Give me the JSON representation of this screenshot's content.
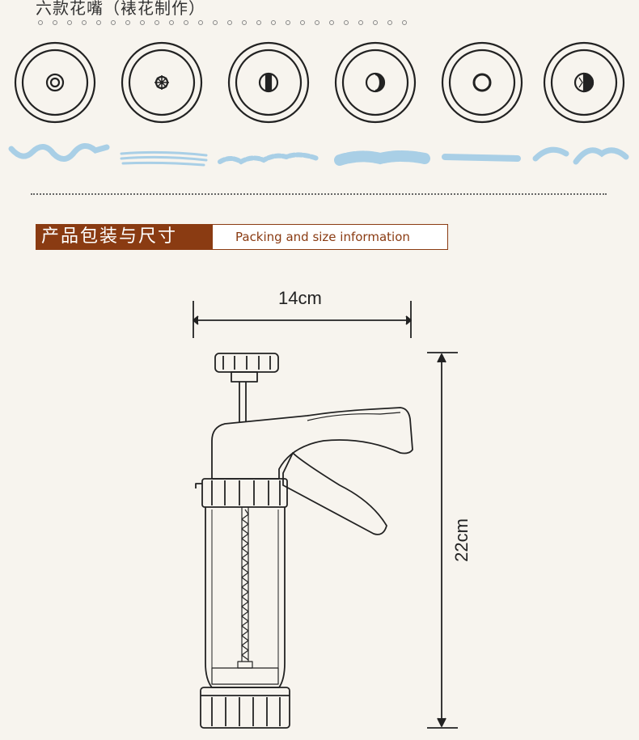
{
  "header": {
    "title": "六款花嘴（裱花制作）"
  },
  "nozzles": [
    {
      "name": "double-ring-nozzle-icon"
    },
    {
      "name": "star-nozzle-icon"
    },
    {
      "name": "ribbon-slot-nozzle-icon"
    },
    {
      "name": "crescent-nozzle-icon"
    },
    {
      "name": "round-nozzle-icon"
    },
    {
      "name": "leaf-nozzle-icon"
    }
  ],
  "section": {
    "title_cn": "产品包装与尺寸",
    "title_en": "Packing and size information"
  },
  "product": {
    "width_label": "14cm",
    "height_label": "22cm"
  },
  "colors": {
    "accent": "#8a3b12",
    "icing": "#a9cfe6",
    "line": "#222222"
  }
}
